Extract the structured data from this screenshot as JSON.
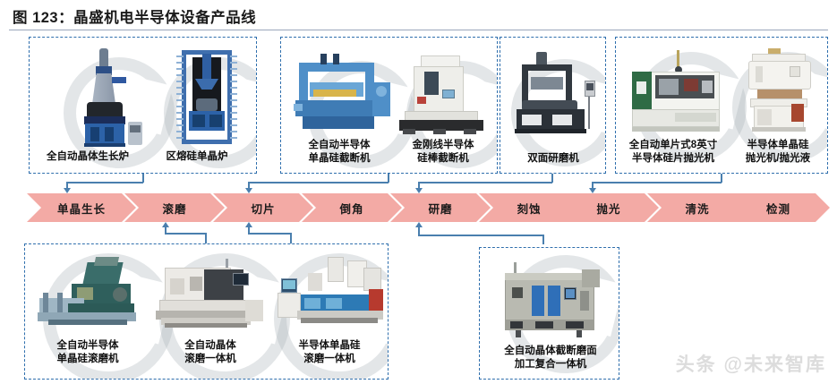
{
  "title": "图 123：晶盛机电半导体设备产品线",
  "watermark": "头条 @未来智库",
  "flow": {
    "color": "#f3aaa5",
    "stages": [
      {
        "label": "单晶生长"
      },
      {
        "label": "滚磨"
      },
      {
        "label": "切片"
      },
      {
        "label": "倒角"
      },
      {
        "label": "研磨"
      },
      {
        "label": "刻蚀"
      },
      {
        "label": "抛光"
      },
      {
        "label": "清洗"
      },
      {
        "label": "检测"
      }
    ]
  },
  "top_panels": [
    {
      "name": "crystal-growth-panel",
      "items": [
        {
          "caption": "全自动晶体生长炉"
        },
        {
          "caption": "区熔硅单晶炉"
        }
      ]
    },
    {
      "name": "slicing-panel",
      "items": [
        {
          "caption": "全自动半导体\n单晶硅截断机"
        },
        {
          "caption": "金刚线半导体\n硅棒截断机"
        }
      ]
    },
    {
      "name": "lapping-panel",
      "items": [
        {
          "caption": "双面研磨机"
        }
      ]
    },
    {
      "name": "polishing-panel",
      "items": [
        {
          "caption": "全自动单片式8英寸\n半导体硅片抛光机"
        },
        {
          "caption": "半导体单晶硅\n抛光机/抛光液"
        }
      ]
    }
  ],
  "bottom_panels": [
    {
      "name": "grinding-panel",
      "items": [
        {
          "caption": "全自动半导体\n单晶硅滚磨机"
        },
        {
          "caption": "全自动晶体\n滚磨一体机"
        },
        {
          "caption": "半导体单晶硅\n滚磨一体机"
        }
      ]
    },
    {
      "name": "compound-machine-panel",
      "items": [
        {
          "caption": "全自动晶体截断磨面\n加工复合一体机"
        }
      ]
    }
  ],
  "colors": {
    "panel_border": "#2f6fad",
    "connector": "#4a7fae",
    "chevron": "#f3aaa5",
    "title_rule": "#9aa7bb"
  }
}
